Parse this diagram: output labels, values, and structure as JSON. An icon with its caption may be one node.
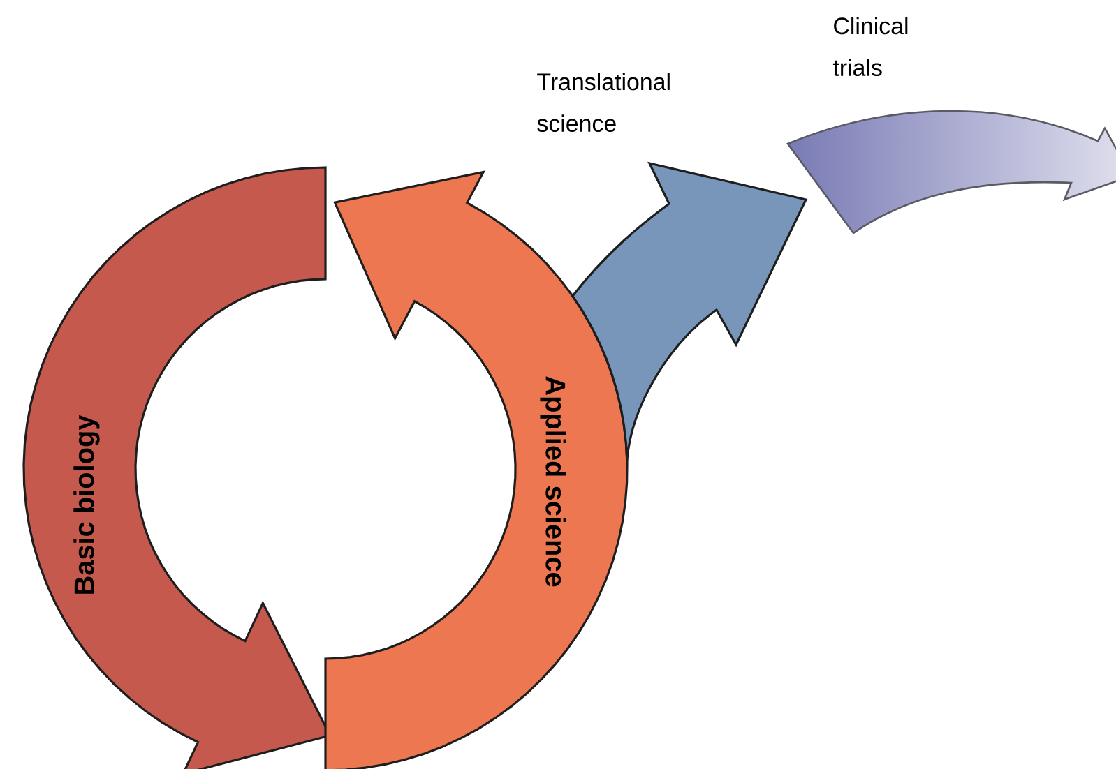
{
  "diagram": {
    "nodes": [
      {
        "text": [
          "Basic biology"
        ]
      },
      {
        "text": [
          "Applied science"
        ]
      },
      {
        "text": [
          "Clinical trials"
        ]
      }
    ],
    "edges": [
      {
        "from": 1,
        "to": 2,
        "arrow": "to",
        "color": "#7796ba"
      }
    ],
    "labels": [
      "Translational science"
    ]
  }
}
